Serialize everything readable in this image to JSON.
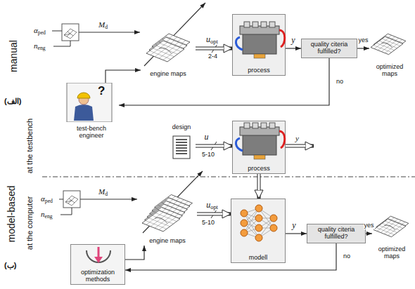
{
  "diagram": {
    "nodes": [
      {
        "text": [
          "engine maps"
        ]
      },
      {
        "text": [
          "process"
        ]
      },
      {
        "text": [
          "quality citeria fulfilled?"
        ]
      },
      {
        "text": [
          "optimized maps"
        ]
      },
      {
        "text": [
          "?",
          "test-bench engineer"
        ]
      },
      {
        "text": [
          "design"
        ]
      },
      {
        "text": [
          "process"
        ]
      },
      {
        "text": [
          "engine maps"
        ]
      },
      {
        "text": [
          "modell"
        ]
      },
      {
        "text": [
          "quality citeria fulfilled?"
        ]
      },
      {
        "text": [
          "optimized maps"
        ]
      },
      {
        "text": [
          "optimization methods"
        ]
      }
    ],
    "edges": [
      {
        "from": 0,
        "to": 1,
        "label": "uopt",
        "arrow": "to"
      },
      {
        "from": 1,
        "to": 2,
        "label": "y",
        "arrow": "to"
      },
      {
        "from": 2,
        "to": 3,
        "label": "yes",
        "arrow": "to"
      },
      {
        "from": 2,
        "to": 4,
        "label": "no",
        "arrow": "to"
      },
      {
        "from": 4,
        "to": 0,
        "arrow": "to"
      },
      {
        "from": 5,
        "to": 6,
        "label": "u",
        "arrow": "to"
      },
      {
        "from": 6,
        "to": 8,
        "arrow": "to"
      },
      {
        "from": 7,
        "to": 8,
        "label": "uopt",
        "arrow": "to"
      },
      {
        "from": 8,
        "to": 9,
        "label": "y",
        "arrow": "to"
      },
      {
        "from": 9,
        "to": 10,
        "label": "yes",
        "arrow": "to"
      },
      {
        "from": 9,
        "to": 11,
        "label": "no",
        "arrow": "to"
      },
      {
        "from": 11,
        "to": 7,
        "arrow": "to"
      }
    ],
    "labels": [
      "manual",
      "(الف)",
      "αped",
      "neng",
      "Md",
      "2-4",
      "at the testbench",
      "5-10",
      "y",
      "model-based",
      "at the computer",
      "αped",
      "neng",
      "Md",
      "5-10",
      "(ب)"
    ]
  }
}
